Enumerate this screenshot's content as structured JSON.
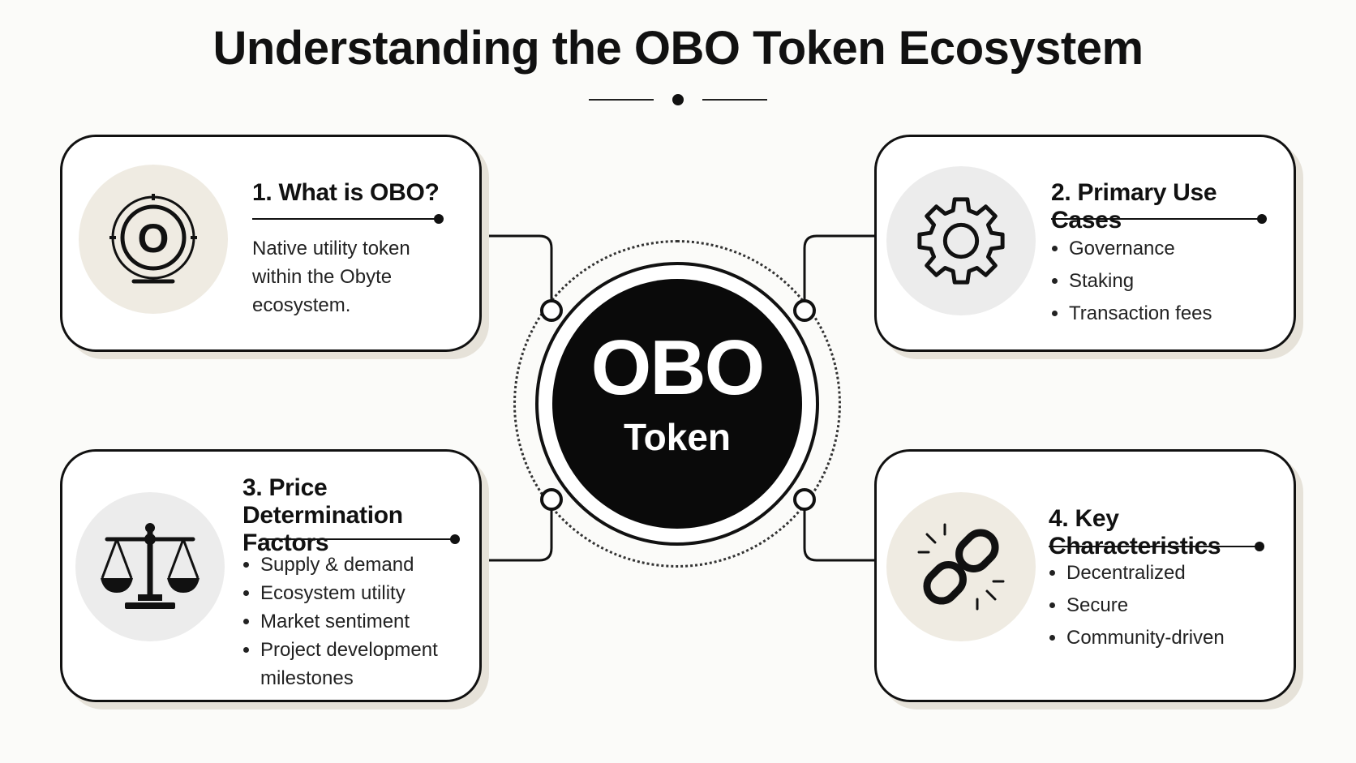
{
  "header": {
    "title": "Understanding the OBO Token Ecosystem"
  },
  "center": {
    "main": "OBO",
    "sub": "Token"
  },
  "cards": [
    {
      "title": "1. What is OBO?",
      "icon": "obo-coin-icon",
      "description": "Native utility token within the Obyte ecosystem."
    },
    {
      "title": "2. Primary Use Cases",
      "icon": "gear-icon",
      "items": [
        "Governance",
        "Staking",
        "Transaction fees"
      ]
    },
    {
      "title": "3. Price Determination Factors",
      "icon": "scales-icon",
      "items": [
        "Supply & demand",
        "Ecosystem utility",
        "Market sentiment",
        "Project development milestones"
      ]
    },
    {
      "title": "4. Key Characteristics",
      "icon": "broken-chain-link-icon",
      "items": [
        "Decentralized",
        "Secure",
        "Community-driven"
      ]
    }
  ],
  "coin_icon_letter": "O"
}
